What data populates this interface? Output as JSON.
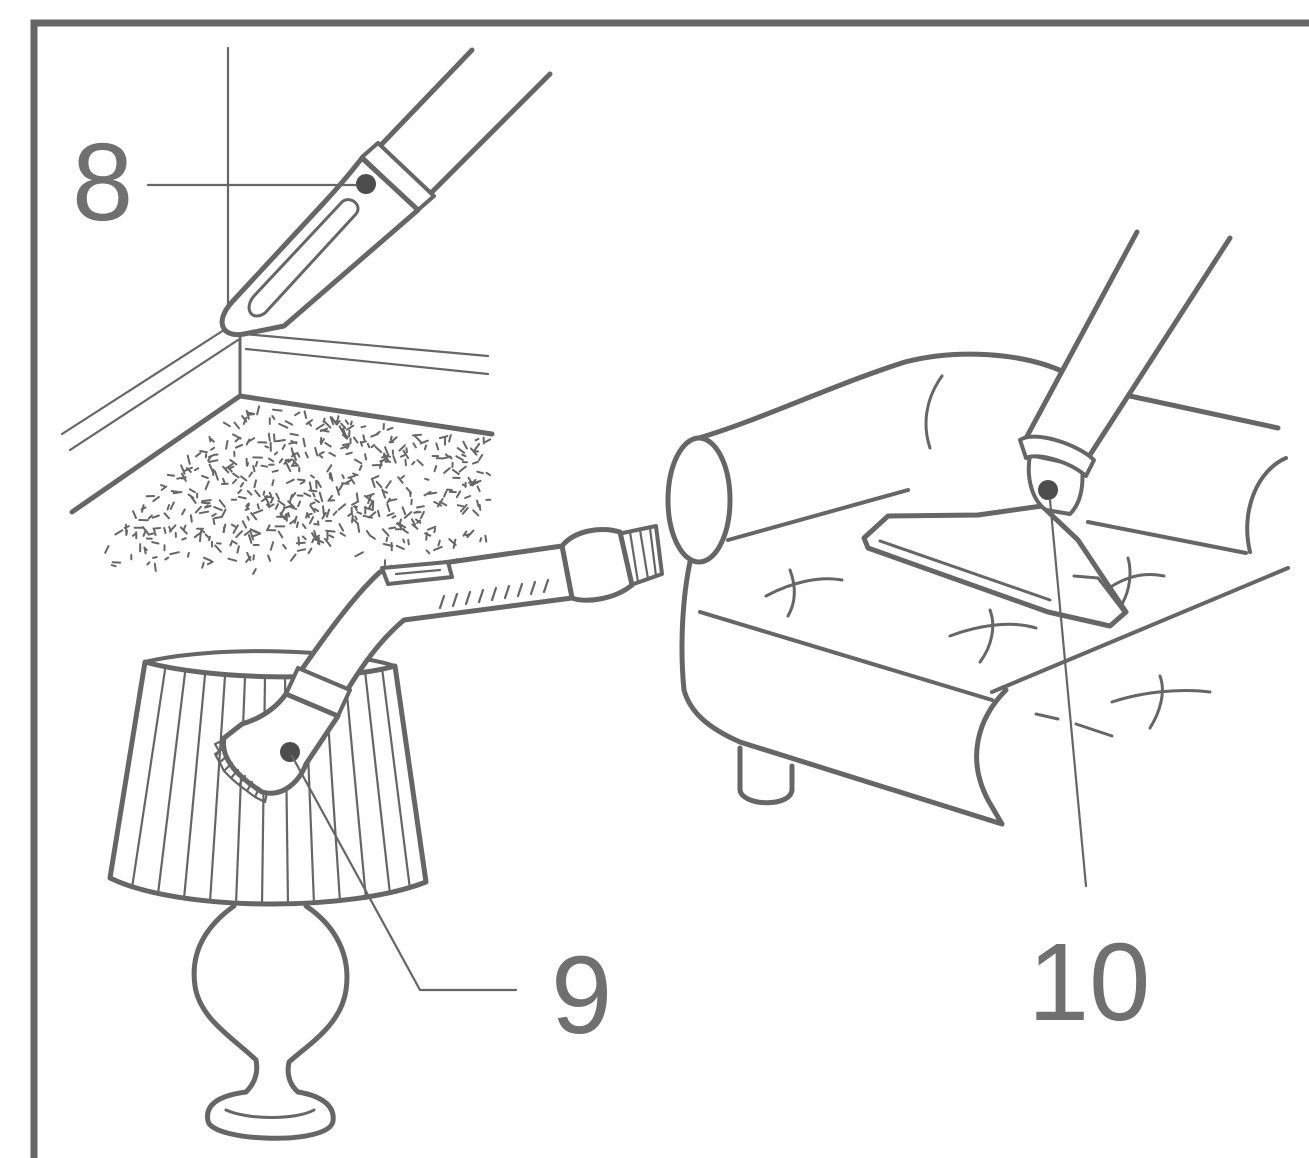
{
  "callouts": [
    {
      "label": "8"
    },
    {
      "label": "9"
    },
    {
      "label": "10"
    }
  ],
  "colors": {
    "line": "#666666",
    "marker": "#4d4d4d",
    "label": "#707070",
    "background": "#ffffff"
  }
}
